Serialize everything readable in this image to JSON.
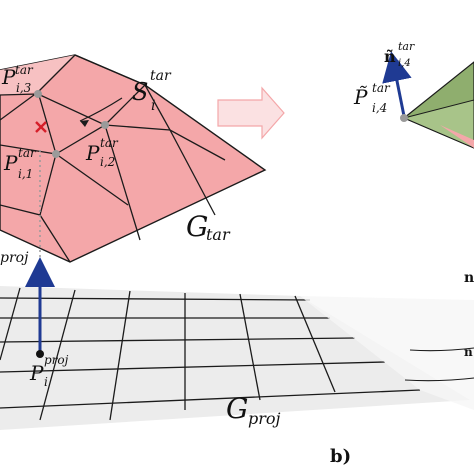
{
  "colors": {
    "target_surface": "#f4a7a9",
    "projection_grid": "#e9e9e9",
    "arrow": "#1f3a93",
    "marker": "#d61f2a",
    "green_surface": "#8fae6e",
    "transition_arrow": "#f7c7c9"
  },
  "icons": {
    "intersection_marker": "red-cross-icon",
    "normal_vector": "blue-arrow-icon",
    "transition": "right-arrow-icon"
  },
  "labels": {
    "p_i3": {
      "base": "P",
      "sup": "tar",
      "sub": "i,3"
    },
    "p_i1": {
      "base": "P",
      "sup": "tar",
      "sub": "i,1"
    },
    "p_i2": {
      "base": "P",
      "sup": "tar",
      "sub": "i,2"
    },
    "s_i": {
      "base": "S",
      "sup": "tar",
      "sub": "i"
    },
    "g_tar": {
      "base": "G",
      "sub": "tar"
    },
    "proj_partial": {
      "base": "proj"
    },
    "p_proj": {
      "base": "P",
      "sup": "proj",
      "sub": "i"
    },
    "g_proj": {
      "base": "G",
      "sub": "proj"
    },
    "n_tilde": {
      "base": "ñ",
      "sup": "tar",
      "sub": "i,4"
    },
    "p_tilde_4": {
      "base": "P̃",
      "sup": "tar",
      "sub": "i,4"
    },
    "right_partial_top": "n",
    "right_partial_bottom": "n",
    "panel_b": "b)"
  }
}
